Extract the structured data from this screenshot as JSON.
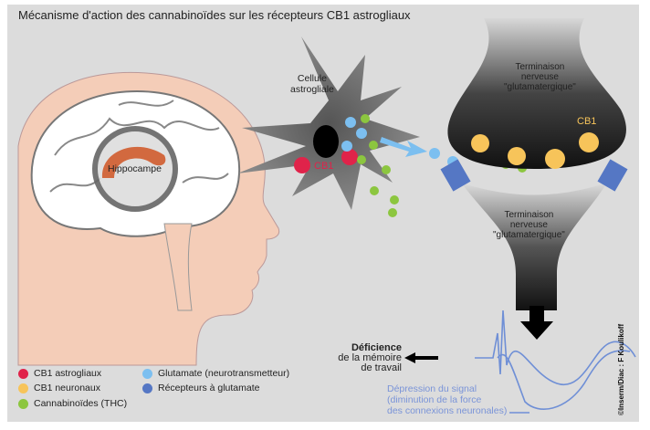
{
  "title": "Mécanisme d'action des cannabinoïdes sur les récepteurs CB1 astrogliaux",
  "labels": {
    "hippocampe": "Hippocampe",
    "cellule_line1": "Cellule",
    "cellule_line2": "astrogliale",
    "cb1_astro": "CB1",
    "cb1_neuro": "CB1",
    "terminaison_top": [
      "Terminaison",
      "nerveuse",
      "\"glutamatergique\""
    ],
    "terminaison_bottom": [
      "Terminaison",
      "nerveuse",
      "\"glutamatergique\""
    ],
    "deficience": [
      "Déficience",
      "de la mémoire",
      "de travail"
    ],
    "depression": [
      "Dépression du signal",
      "(diminution de la force",
      "des connexions neuronales)"
    ],
    "credit": "©Inserm/Diac : F Koulikoff"
  },
  "legend": [
    {
      "label": "CB1 astrogliaux",
      "color": "#e0234a"
    },
    {
      "label": "CB1 neuronaux",
      "color": "#f7c45a"
    },
    {
      "label": "Cannabinoïdes (THC)",
      "color": "#8cc63f"
    },
    {
      "label": "Glutamate (neurotransmetteur)",
      "color": "#7cbff0"
    },
    {
      "label": "Récepteurs à glutamate",
      "color": "#5577c4"
    }
  ]
}
